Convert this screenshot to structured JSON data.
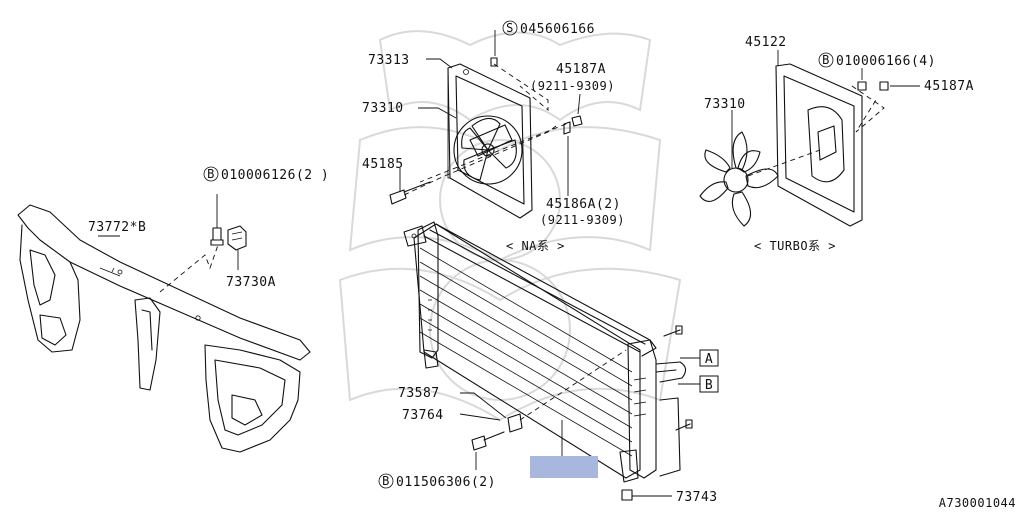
{
  "diagram_id": "A730001044",
  "colors": {
    "line": "#111111",
    "highlight": "#a9b6de",
    "watermark": "#d9d9d9",
    "background": "#ffffff"
  },
  "groups": {
    "na": "< NA系 >",
    "turbo": "< TURBO系 >"
  },
  "callouts": {
    "a": "A",
    "b": "B"
  },
  "parts": {
    "p73313": "73313",
    "p73310_na": "73310",
    "p45185": "45185",
    "s045606166": "045606166",
    "p45187a_na": "45187A",
    "p45187a_na_range": "(9211-9309)",
    "p45186a": "45186A(2)",
    "p45186a_range": "(9211-9309)",
    "p45122": "45122",
    "b010006166": "010006166(4)",
    "p45187a_turbo": "45187A",
    "p73310_turbo": "73310",
    "b010006126": "010006126(2 )",
    "p73772b": "73772*B",
    "p73730a": "73730A",
    "p73587": "73587",
    "p73764": "73764",
    "b011506306": "011506306(2)",
    "p73743": "73743"
  },
  "markers": {
    "bolt_b": "B",
    "screw_s": "S"
  }
}
